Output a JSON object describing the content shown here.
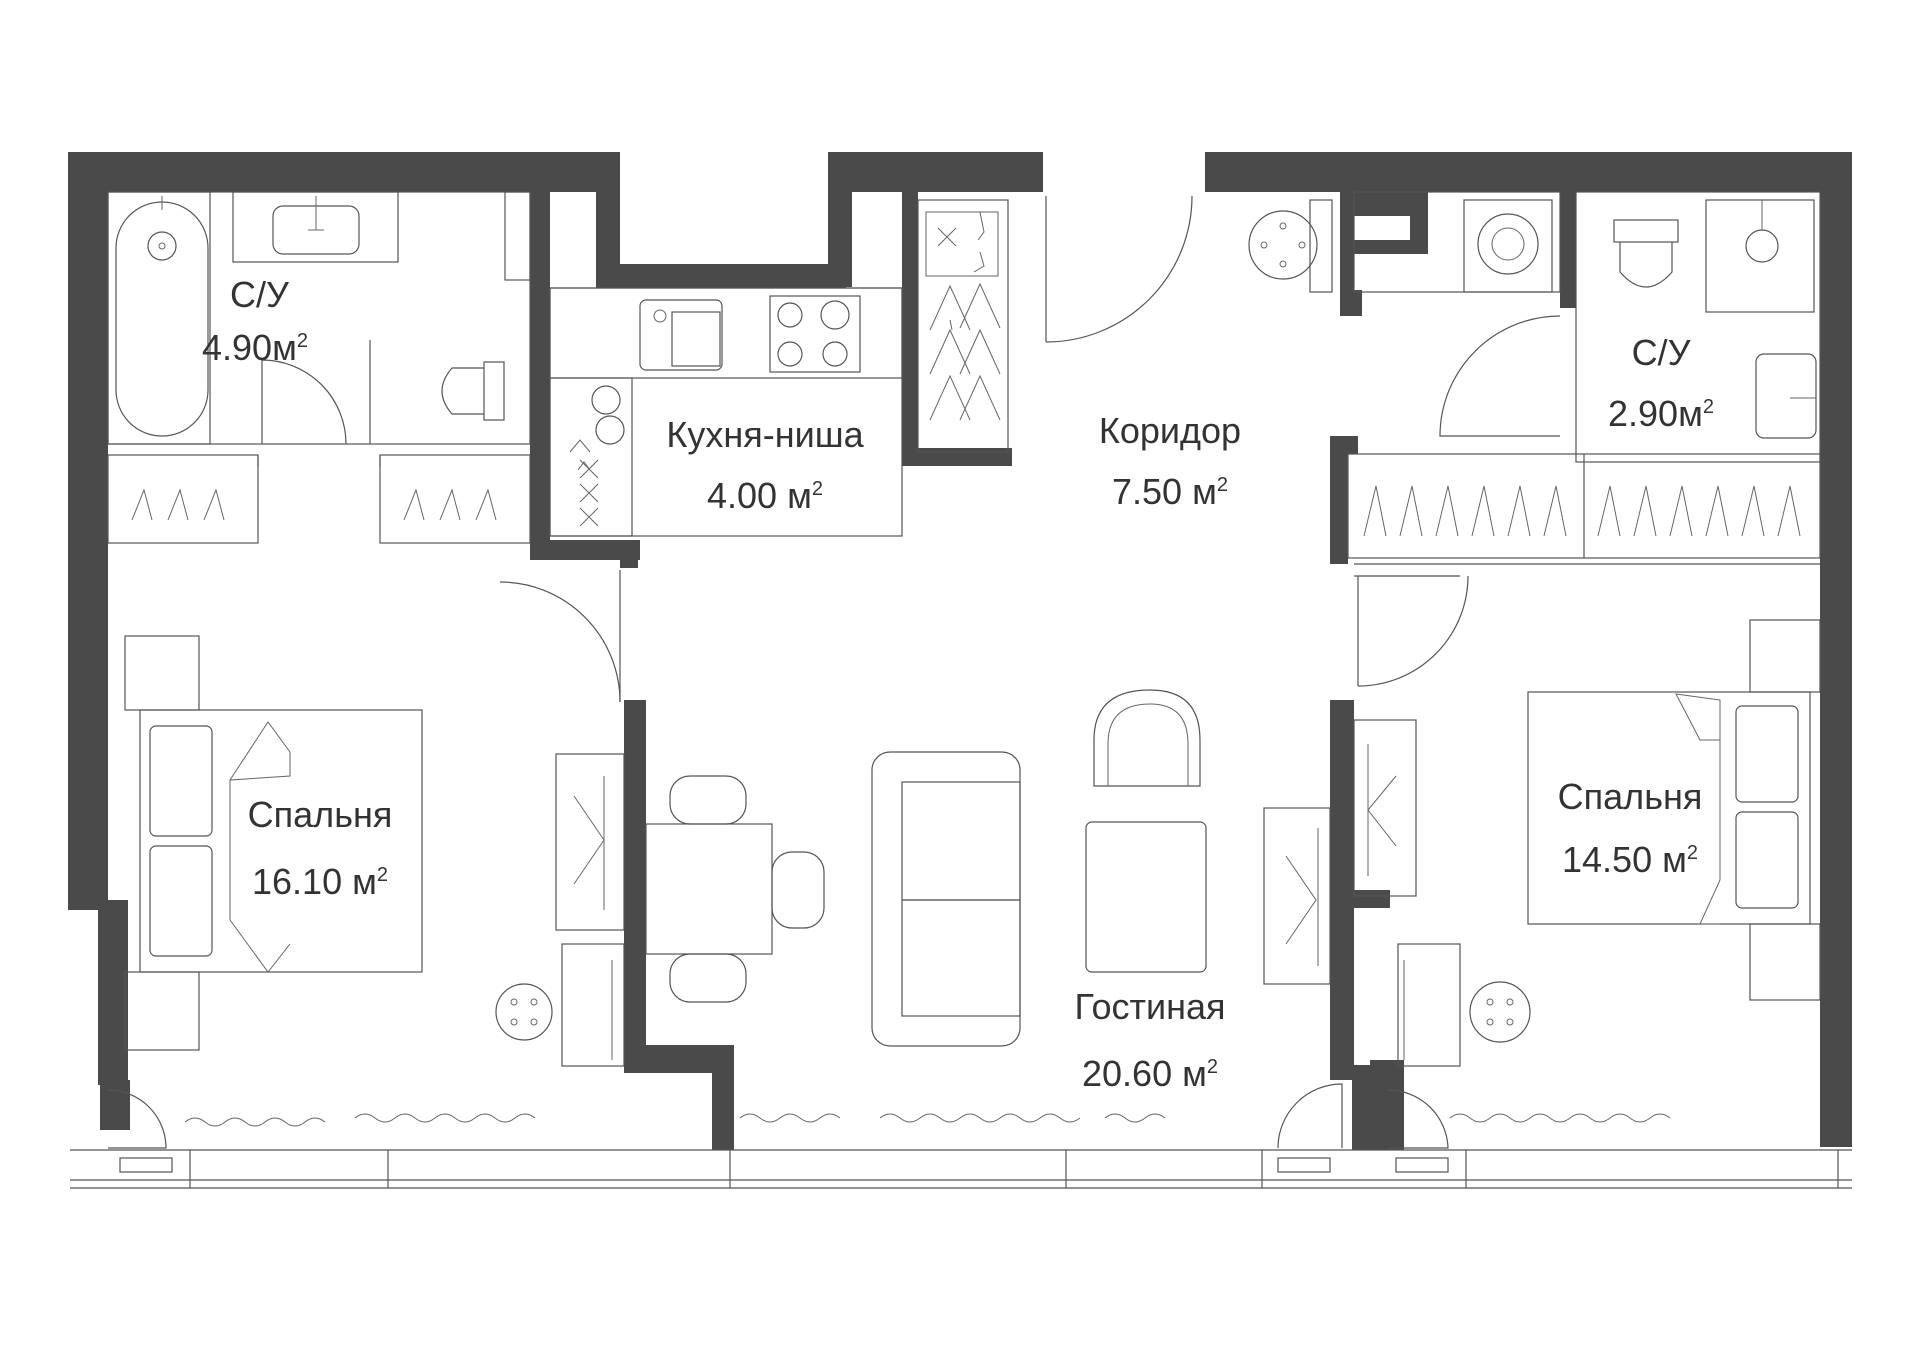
{
  "rooms": {
    "bath_left": {
      "name": "С/У",
      "area": "4.90м",
      "unit_sup": "2"
    },
    "kitchen": {
      "name": "Кухня-ниша",
      "area": "4.00 м",
      "unit_sup": "2"
    },
    "corridor": {
      "name": "Коридор",
      "area": "7.50 м",
      "unit_sup": "2"
    },
    "bath_right": {
      "name": "С/У",
      "area": "2.90м",
      "unit_sup": "2"
    },
    "bedroom_left": {
      "name": "Спальня",
      "area": "16.10 м",
      "unit_sup": "2"
    },
    "bedroom_right": {
      "name": "Спальня",
      "area": "14.50 м",
      "unit_sup": "2"
    },
    "living": {
      "name": "Гостиная",
      "area": "20.60 м",
      "unit_sup": "2"
    }
  },
  "colors": {
    "wall": "#4a4a4a",
    "line": "#555555",
    "text": "#333333",
    "background": "#ffffff"
  }
}
